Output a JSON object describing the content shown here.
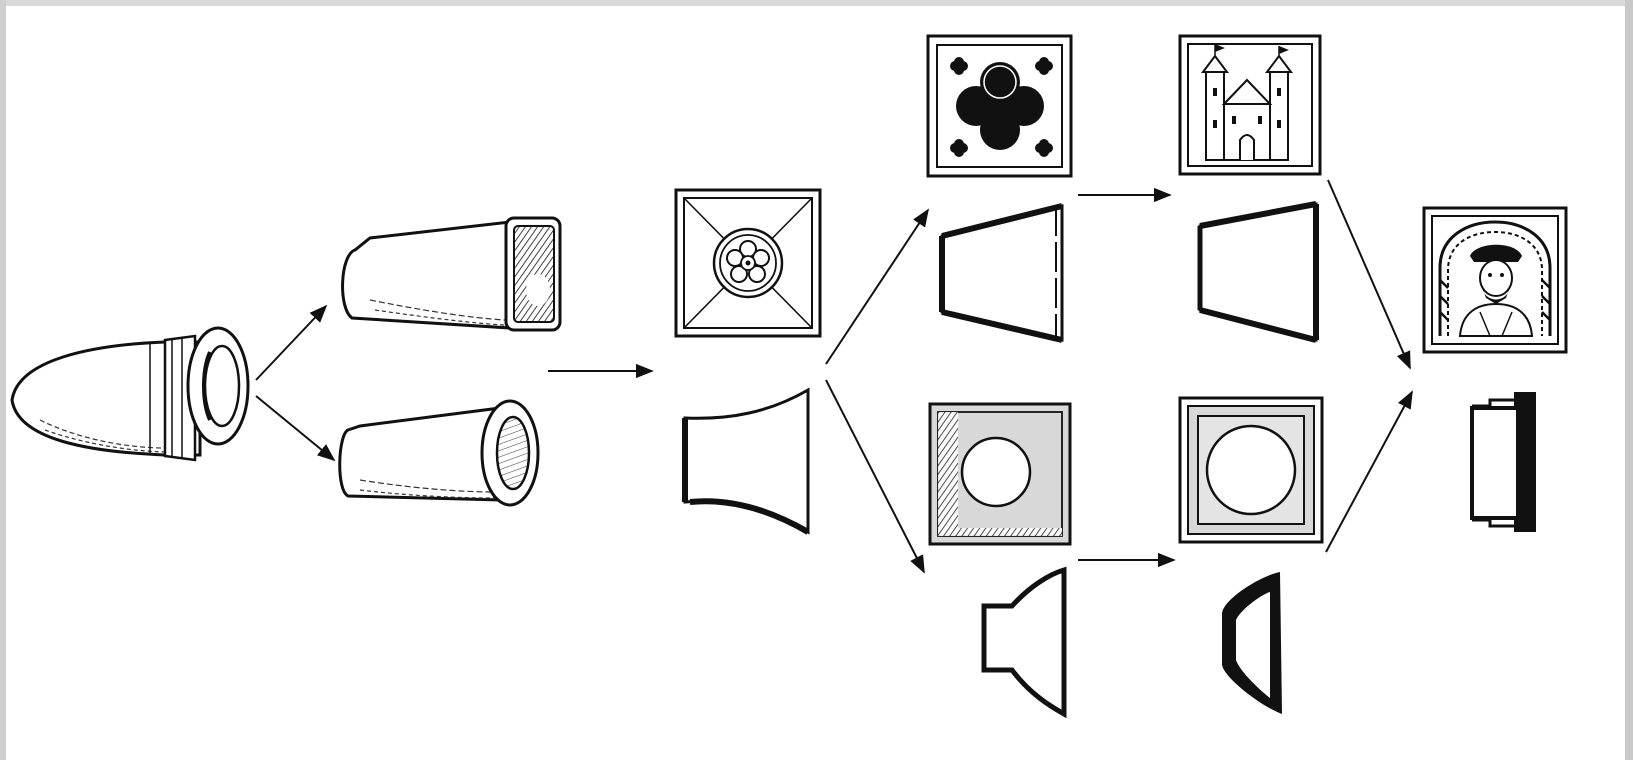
{
  "diagram": {
    "kind": "tile-evolution-flow",
    "colors": {
      "ink": "#111111",
      "paper": "#ffffff",
      "tile_shade": "#d8d8d8",
      "frame_edge": "#cfcfcf"
    },
    "nodes": [
      {
        "id": "pot-original",
        "icon": "pot-vessel-icon"
      },
      {
        "id": "pot-square-mouth",
        "icon": "square-mouth-pot-icon"
      },
      {
        "id": "pot-round-mouth",
        "icon": "round-mouth-pot-icon"
      },
      {
        "id": "tile-rosette",
        "icon": "rosette-tile-icon"
      },
      {
        "id": "profile-rosette",
        "icon": "tile-profile-icon"
      },
      {
        "id": "tile-quatrefoil",
        "icon": "quatrefoil-tile-icon"
      },
      {
        "id": "profile-quatrefoil",
        "icon": "tile-profile-icon"
      },
      {
        "id": "tile-castle",
        "icon": "castle-tile-icon"
      },
      {
        "id": "profile-castle",
        "icon": "tile-profile-icon"
      },
      {
        "id": "tile-round-window",
        "icon": "round-window-tile-icon"
      },
      {
        "id": "profile-round-window",
        "icon": "tile-profile-icon"
      },
      {
        "id": "tile-round-window-framed",
        "icon": "round-window-tile-icon"
      },
      {
        "id": "profile-round-window-framed",
        "icon": "tile-profile-icon"
      },
      {
        "id": "tile-portrait",
        "icon": "portrait-tile-icon"
      },
      {
        "id": "profile-portrait",
        "icon": "tile-profile-icon"
      }
    ],
    "edges": [
      {
        "from": "pot-original",
        "to": "pot-square-mouth"
      },
      {
        "from": "pot-original",
        "to": "pot-round-mouth"
      },
      {
        "from": "pot-square-mouth",
        "to": "tile-rosette"
      },
      {
        "from": "tile-rosette",
        "to": "tile-quatrefoil"
      },
      {
        "from": "tile-rosette",
        "to": "tile-round-window"
      },
      {
        "from": "tile-quatrefoil",
        "to": "tile-castle"
      },
      {
        "from": "tile-round-window",
        "to": "tile-round-window-framed"
      },
      {
        "from": "tile-castle",
        "to": "tile-portrait"
      },
      {
        "from": "tile-round-window-framed",
        "to": "tile-portrait"
      }
    ]
  }
}
